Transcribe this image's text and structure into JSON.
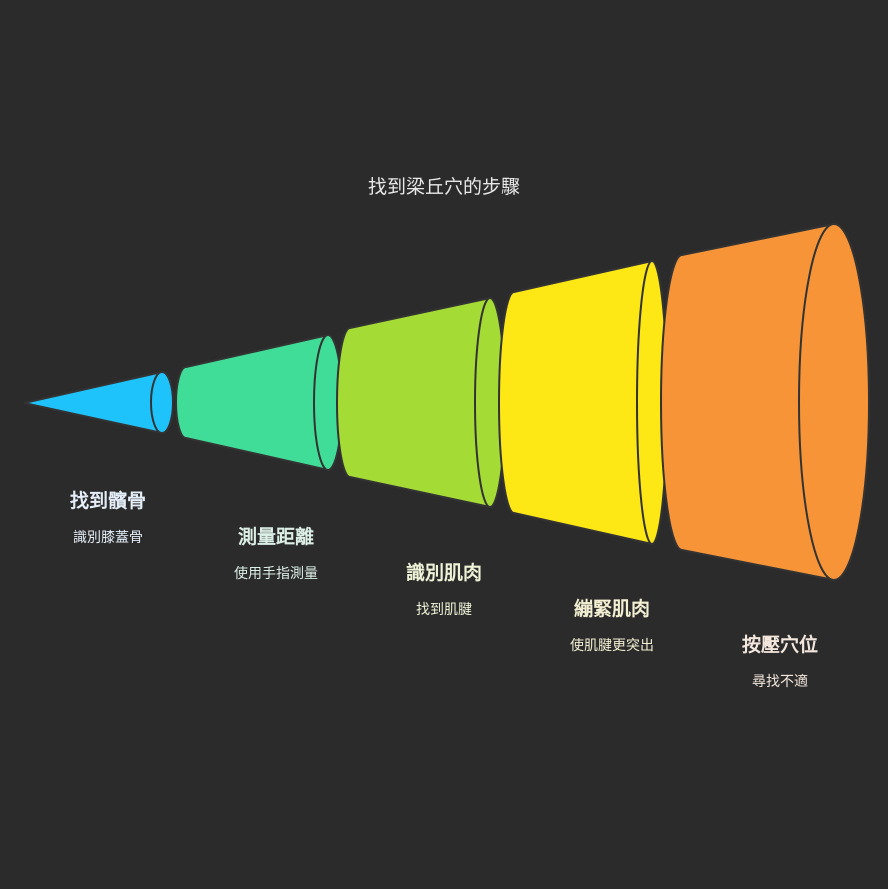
{
  "title": "找到梁丘穴的步驟",
  "steps": [
    {
      "title": "找到髕骨",
      "desc": "識別膝蓋骨",
      "color": "#1ec3fc",
      "text_color": "#e4eef8"
    },
    {
      "title": "測量距離",
      "desc": "使用手指測量",
      "color": "#40dd98",
      "text_color": "#dcefe6"
    },
    {
      "title": "識別肌肉",
      "desc": "找到肌腱",
      "color": "#a5db35",
      "text_color": "#eef2d6"
    },
    {
      "title": "繃緊肌肉",
      "desc": "使肌腱更突出",
      "color": "#fde714",
      "text_color": "#f3efd2"
    },
    {
      "title": "按壓穴位",
      "desc": "尋找不適",
      "color": "#f69437",
      "text_color": "#f3e6dc"
    }
  ]
}
